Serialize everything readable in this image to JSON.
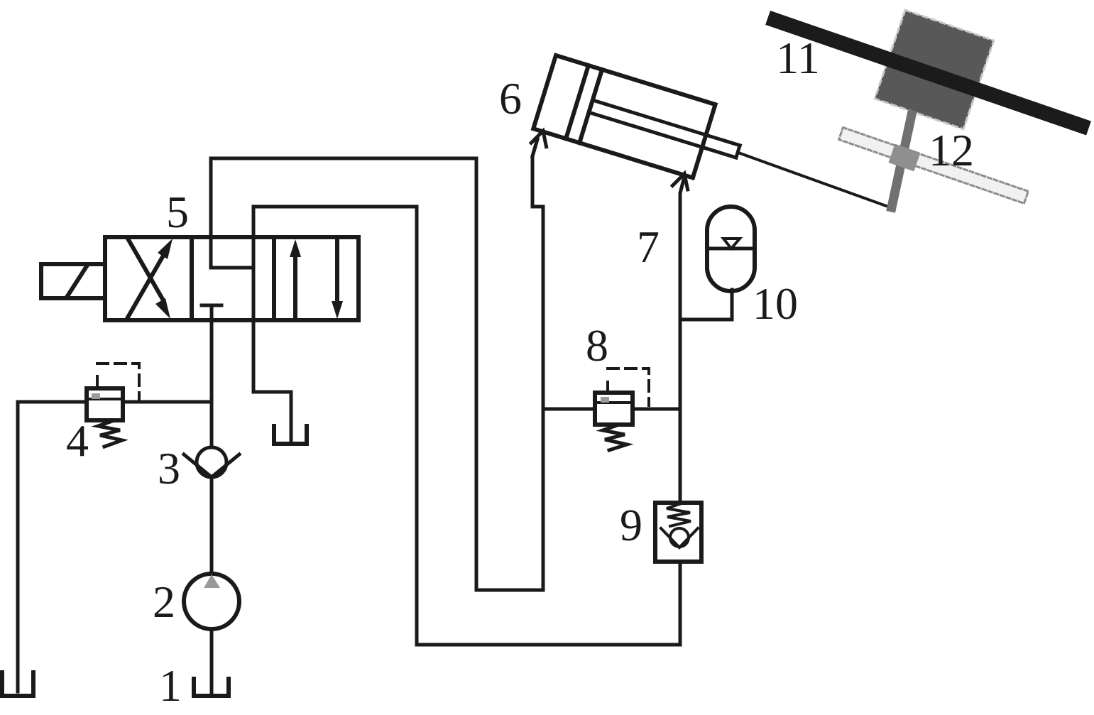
{
  "diagram": {
    "type": "hydraulic-circuit-schematic",
    "description": "Hydraulic schematic of a propeller pitch-control actuation circuit with numbered components and a rotor hub photo inset"
  },
  "labels": [
    {
      "text": "1",
      "component": "reservoir-tank"
    },
    {
      "text": "2",
      "component": "hydraulic-pump"
    },
    {
      "text": "3",
      "component": "check-valve"
    },
    {
      "text": "4",
      "component": "pressure-relief-valve"
    },
    {
      "text": "5",
      "component": "solenoid-directional-control-valve"
    },
    {
      "text": "6",
      "component": "hydraulic-cylinder"
    },
    {
      "text": "7",
      "component": "rod-side-pipeline"
    },
    {
      "text": "8",
      "component": "pressure-relief-valve"
    },
    {
      "text": "9",
      "component": "spring-loaded-check-valve"
    },
    {
      "text": "10",
      "component": "accumulator"
    },
    {
      "text": "11",
      "component": "rotor-blade"
    },
    {
      "text": "12",
      "component": "pitch-adjusting-hub-mechanism"
    }
  ],
  "colors": {
    "line": "#1a1a1a",
    "background": "#ffffff",
    "pump-triangle-gray": "#999999",
    "valve-mark-gray": "#9a9a9a",
    "blade-black": "#1b1b1b",
    "hub-gray": "#585858",
    "hub-edge-gray": "#c8c8c8",
    "shaft-gray": "#707070",
    "crossbar-fill": "#f1f1f1",
    "crossbar-edge": "#8d8d8d",
    "hub-square-gray": "#8f8f8f"
  }
}
